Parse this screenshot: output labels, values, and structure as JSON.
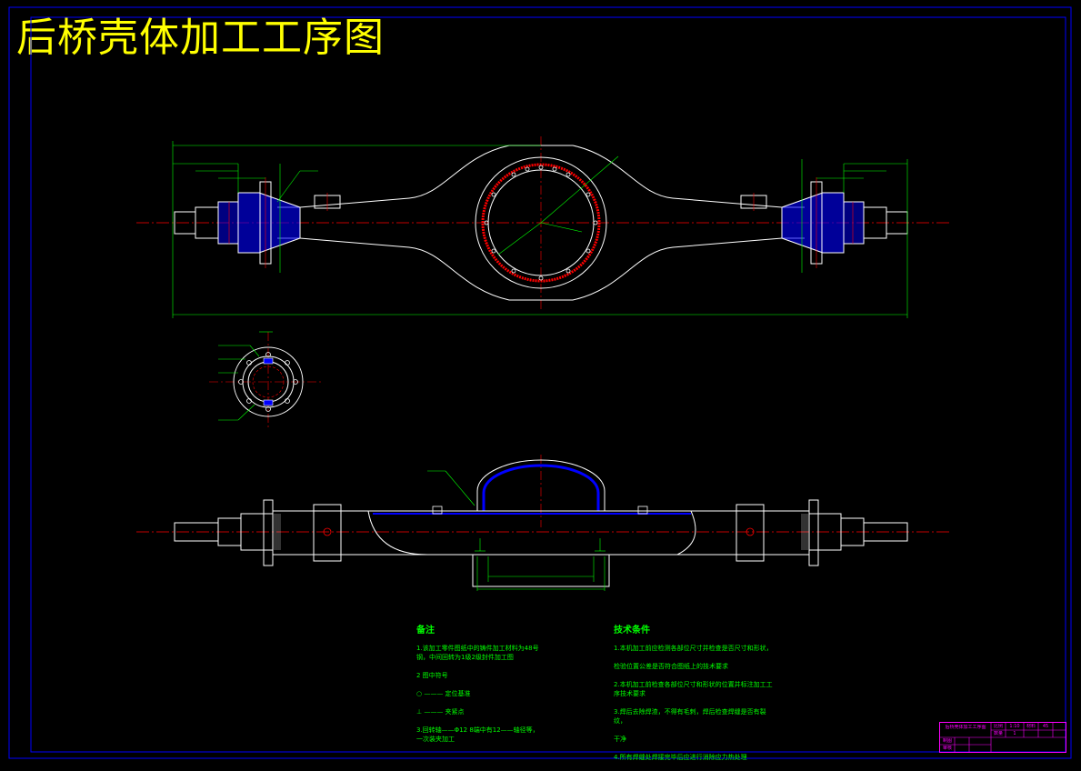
{
  "drawing": {
    "title": "后桥壳体加工工序图"
  },
  "colors": {
    "background": "#000000",
    "frame": "#0000ff",
    "outline": "#ffffff",
    "centerline": "#ff0000",
    "dimension": "#00ff00",
    "fill": "#0000ff",
    "title": "#ffff00",
    "title_block": "#ff00ff"
  },
  "notes": {
    "heading": "备注",
    "lines": [
      "1.该加工零件图纸中的铸件加工材料为48号钢，中间回转为1级2级封件加工图",
      "2 图中符号",
      "   ○ ——— 定位基准",
      "   ⊥ ——— 夹紧点",
      "3.回转轴——Φ12 8端中有12——轴径等，一次装夹加工"
    ]
  },
  "tech": {
    "heading": "技术条件",
    "lines": [
      "1.本机加工前应检测各部位尺寸并检查是否尺寸和形状，",
      "   检验位置公差是否符合图纸上的技术要求",
      "2.本机加工前检查各部位尺寸和形状的位置并标注加工工序技术要求",
      "3.焊后去除焊渣，不得有毛刺，焊后检查焊缝是否有裂纹，",
      "   干净",
      "4.所有焊缝处焊接完毕后应进行消除应力热处理"
    ]
  },
  "title_block": {
    "cell_name": "后桥壳体加工工序图",
    "cell_scale_label": "比例",
    "cell_scale": "1:10",
    "cell_qty_label": "数量",
    "cell_qty": "1",
    "cell_material_label": "材料",
    "cell_material": "45",
    "cell_drawn": "制图",
    "cell_checked": "审核"
  }
}
